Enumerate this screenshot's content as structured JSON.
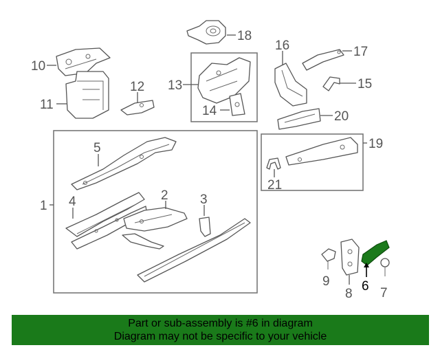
{
  "callouts": {
    "c1": "1",
    "c2": "2",
    "c3": "3",
    "c4": "4",
    "c5": "5",
    "c6": "6",
    "c7": "7",
    "c8": "8",
    "c9": "9",
    "c10": "10",
    "c11": "11",
    "c12": "12",
    "c13": "13",
    "c14": "14",
    "c15": "15",
    "c16": "16",
    "c17": "17",
    "c18": "18",
    "c19": "19",
    "c20": "20",
    "c21": "21"
  },
  "highlight_color": "#1b7a1b",
  "banner": {
    "color": "#1a7a1a",
    "line1": "Part or sub-assembly is #6 in diagram",
    "line2": "Diagram may not be specific to your vehicle"
  }
}
